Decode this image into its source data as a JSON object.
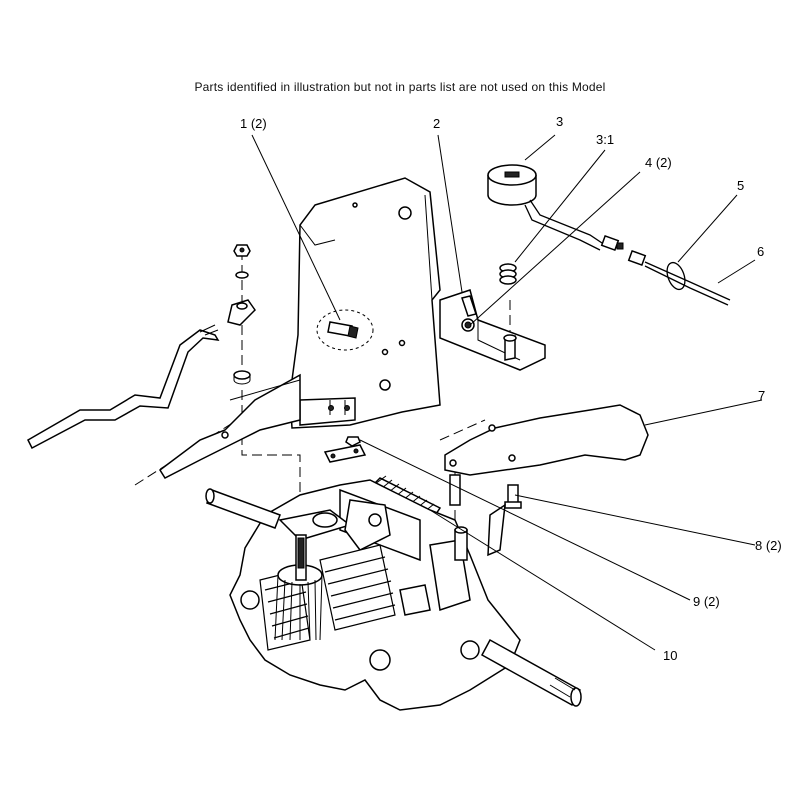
{
  "header_note": "Parts identified in illustration but not in parts list are not used on this Model",
  "callouts": [
    "1 (2)",
    "2",
    "3",
    "3:1",
    "4 (2)",
    "5",
    "6",
    "7",
    "8 (2)",
    "9 (2)",
    "10"
  ]
}
